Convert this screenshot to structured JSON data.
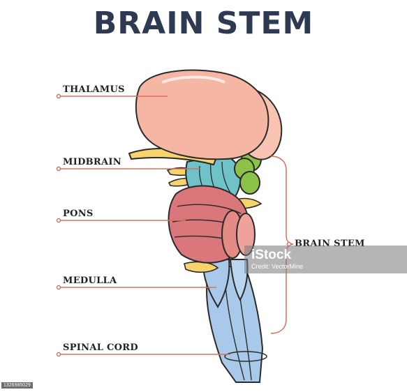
{
  "title": "BRAIN STEM",
  "labels": {
    "thalamus": "THALAMUS",
    "midbrain": "MIDBRAIN",
    "pons": "PONS",
    "medulla": "MEDULLA",
    "spinal_cord": "SPINAL CORD",
    "brain_stem": "BRAIN STEM"
  },
  "watermark": {
    "logo": "iStock",
    "credit": "Credit: VectorMine"
  },
  "stock_id": "1326985029",
  "colors": {
    "title": "#2d3a52",
    "leader_line": "#d9705a",
    "thalamus": "#f6b6a4",
    "midbrain": "#6fc3c8",
    "pons": "#d9777a",
    "medulla": "#a9c9ea",
    "colliculi": "#8cc24a",
    "nerves": "#f7d36b"
  }
}
